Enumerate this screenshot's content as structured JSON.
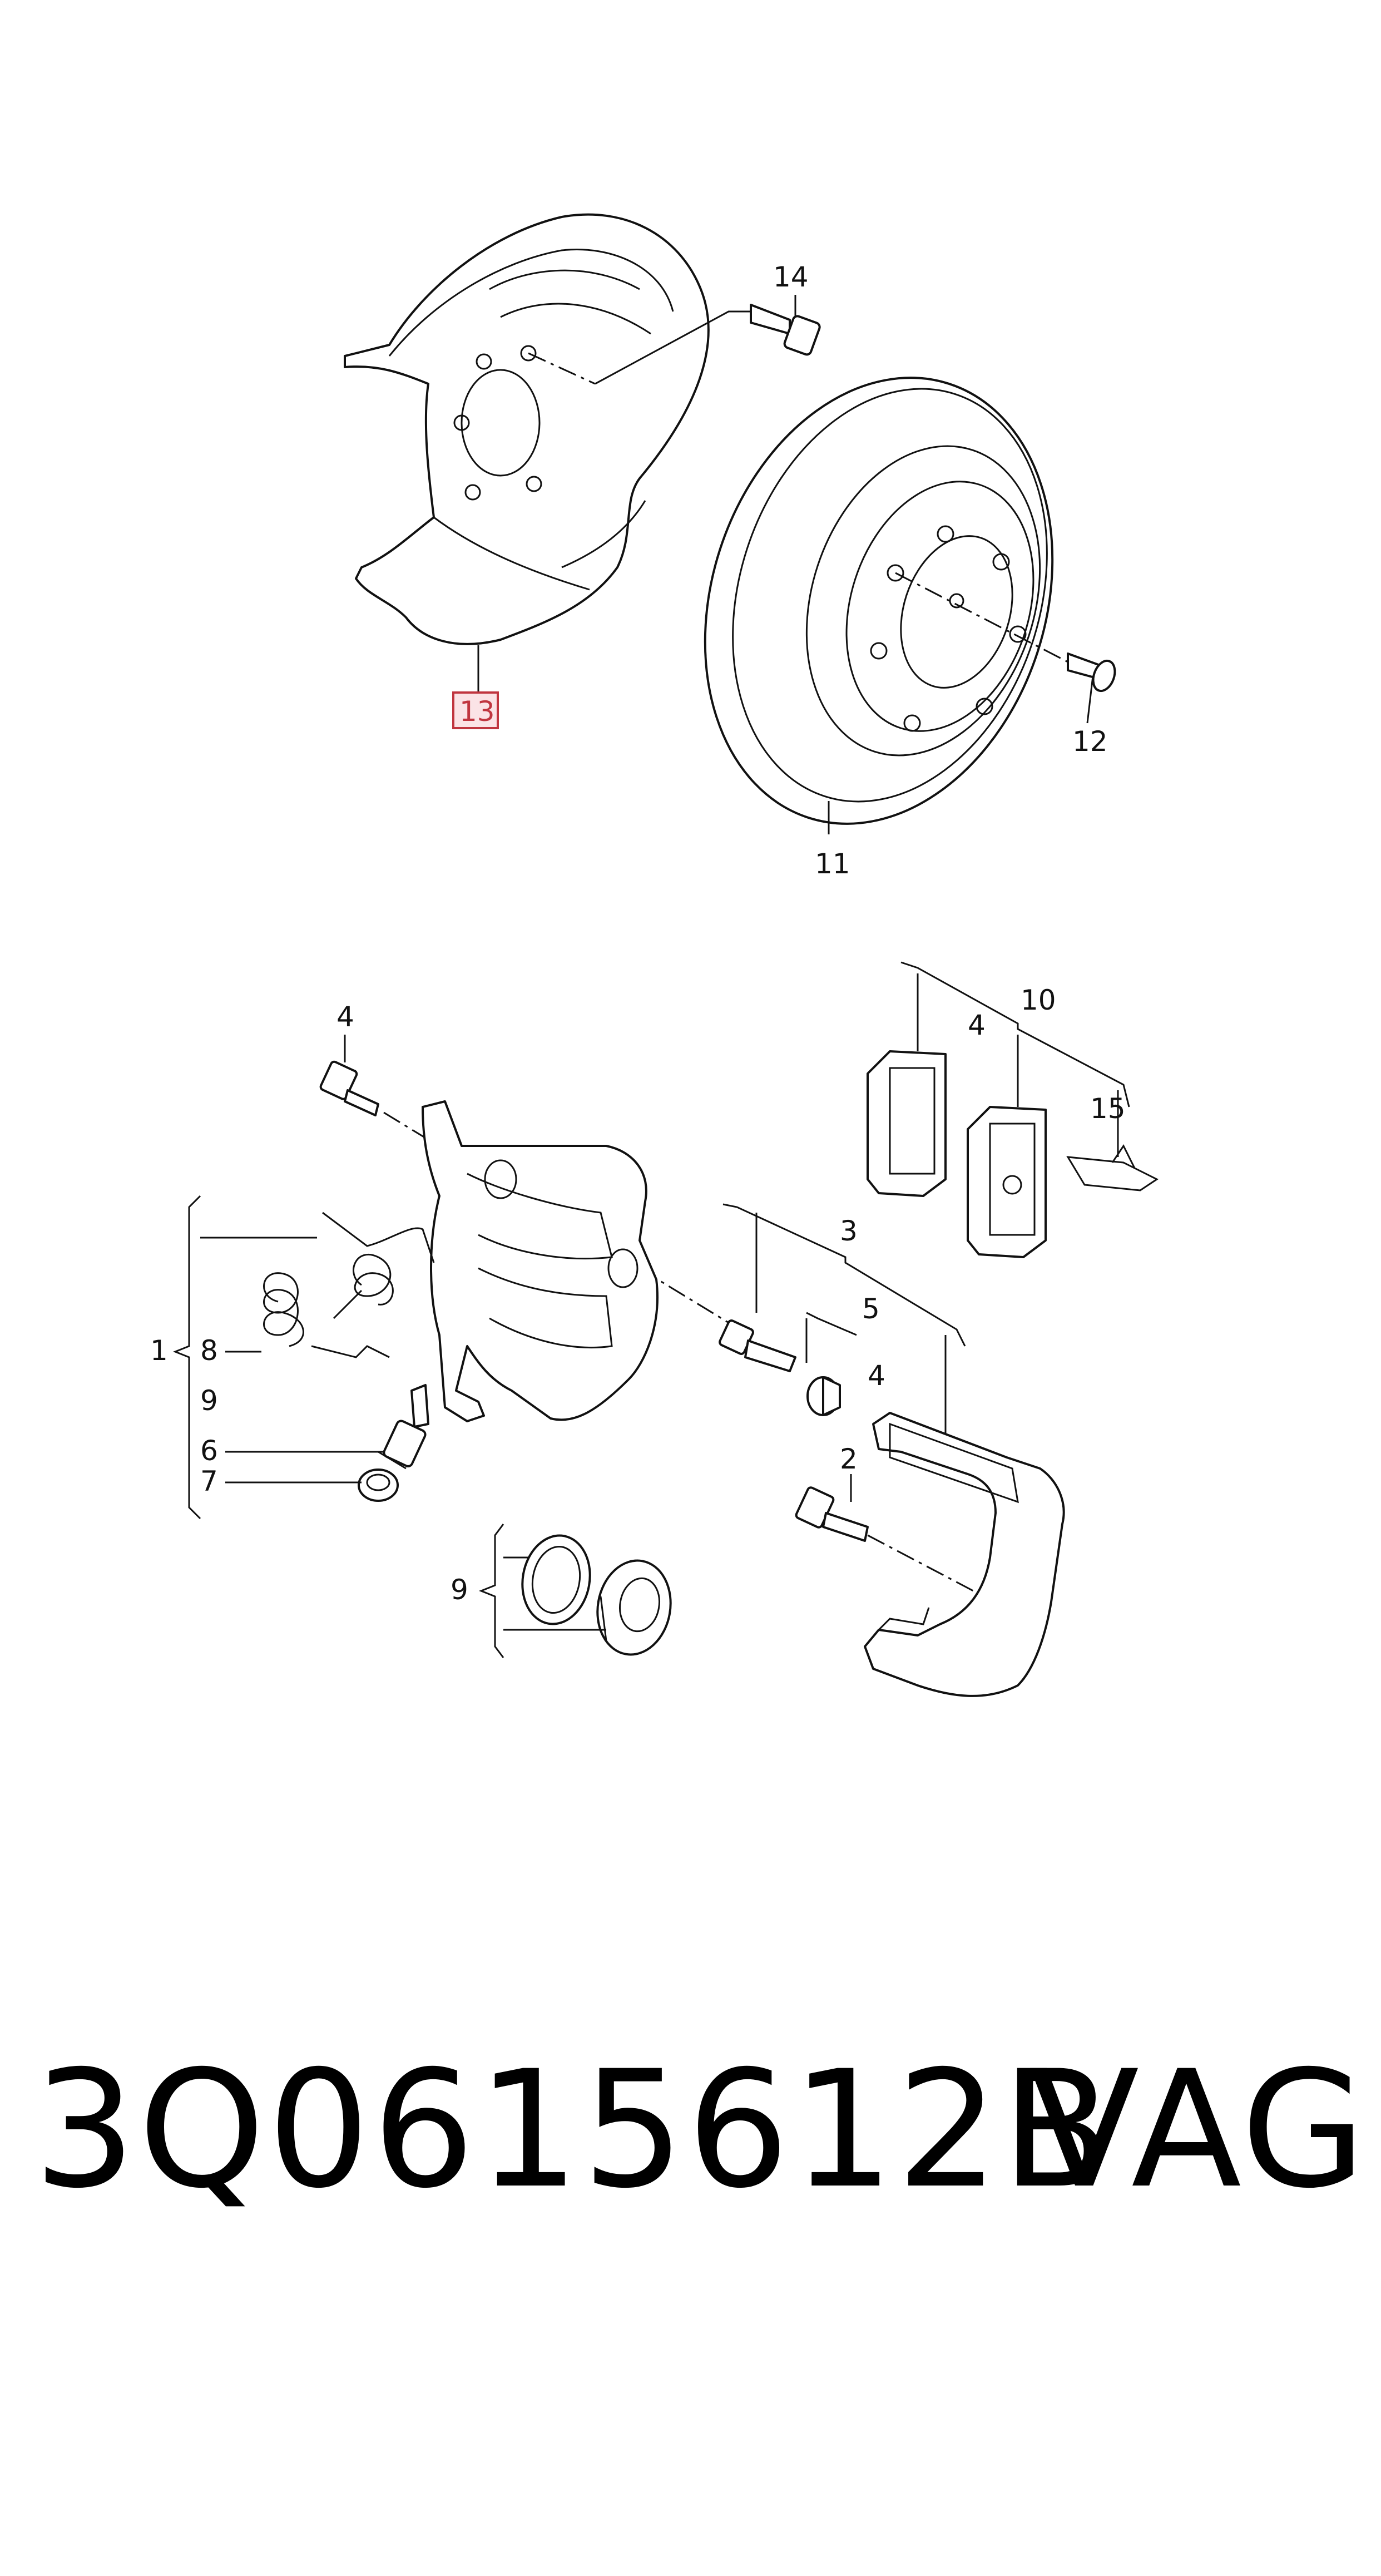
{
  "callouts": {
    "c1": "1",
    "c2": "2",
    "c3": "3",
    "c4a": "4",
    "c4b": "4",
    "c4c": "4",
    "c5": "5",
    "c6": "6",
    "c7": "7",
    "c8": "8",
    "c9a": "9",
    "c9b": "9",
    "c10": "10",
    "c11": "11",
    "c12": "12",
    "c13": "13",
    "c14": "14",
    "c15": "15"
  },
  "highlighted_callout": "13",
  "colors": {
    "highlight": "#c0353f",
    "highlight_fill": "#fbe3e6",
    "line": "#111111"
  },
  "footer": {
    "part_number": "3Q0615612B",
    "brand": "VAG"
  }
}
